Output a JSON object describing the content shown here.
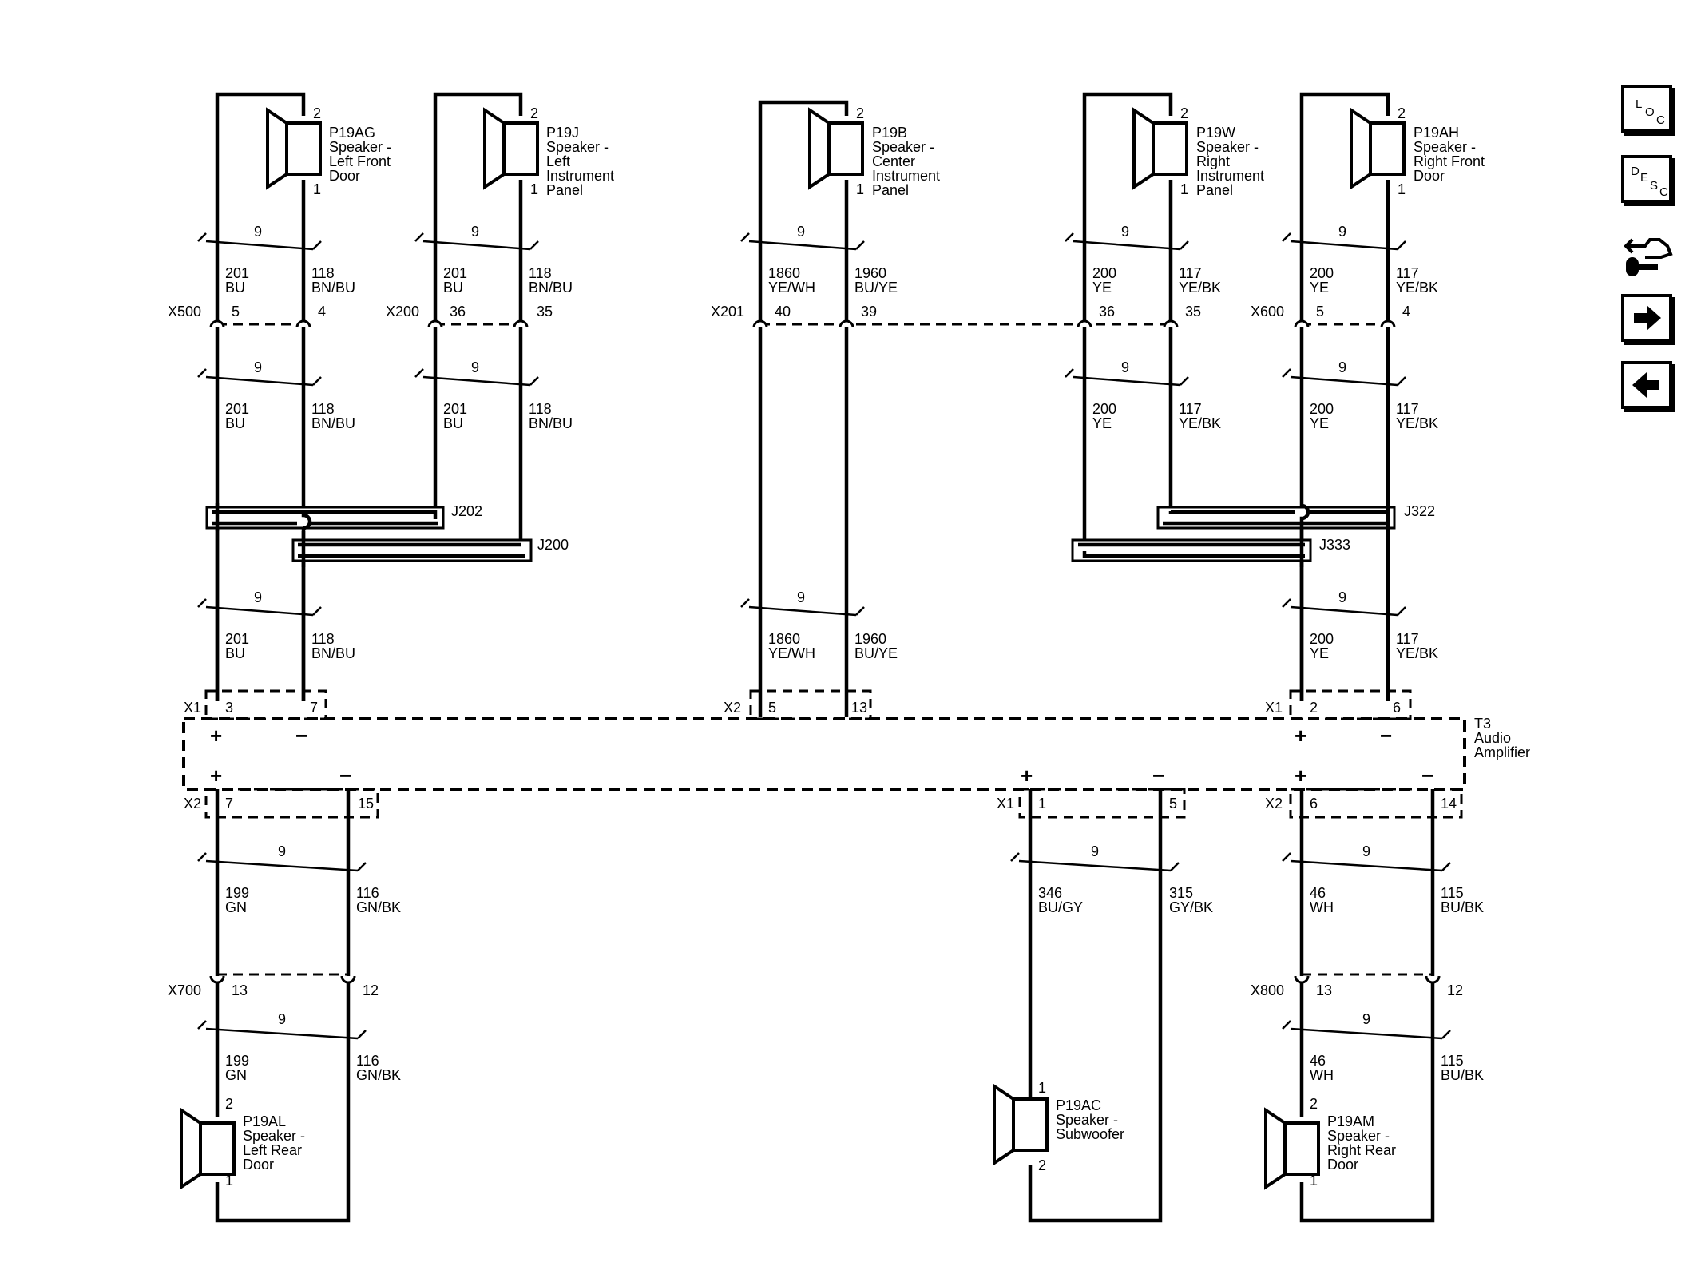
{
  "speakers": {
    "lf": {
      "id": "P19AG",
      "line1": "Speaker -",
      "line2": "Left Front",
      "line3": "Door",
      "line4": "",
      "pinTop": "2",
      "pinBot": "1"
    },
    "lip": {
      "id": "P19J",
      "line1": "Speaker -",
      "line2": "Left",
      "line3": "Instrument",
      "line4": "Panel",
      "pinTop": "2",
      "pinBot": "1"
    },
    "cip": {
      "id": "P19B",
      "line1": "Speaker -",
      "line2": "Center",
      "line3": "Instrument",
      "line4": "Panel",
      "pinTop": "2",
      "pinBot": "1"
    },
    "rip": {
      "id": "P19W",
      "line1": "Speaker -",
      "line2": "Right",
      "line3": "Instrument",
      "line4": "Panel",
      "pinTop": "2",
      "pinBot": "1"
    },
    "rf": {
      "id": "P19AH",
      "line1": "Speaker -",
      "line2": "Right Front",
      "line3": "Door",
      "line4": "",
      "pinTop": "2",
      "pinBot": "1"
    },
    "lr": {
      "id": "P19AL",
      "line1": "Speaker -",
      "line2": "Left Rear",
      "line3": "Door",
      "pinTop": "2",
      "pinBot": "1"
    },
    "sub": {
      "id": "P19AC",
      "line1": "Speaker -",
      "line2": "Subwoofer",
      "pinTop": "1",
      "pinBot": "2"
    },
    "rr": {
      "id": "P19AM",
      "line1": "Speaker -",
      "line2": "Right Rear",
      "line3": "Door",
      "pinTop": "2",
      "pinBot": "1"
    }
  },
  "twist": "9",
  "wires": {
    "lf_p": {
      "num": "201",
      "color": "BU"
    },
    "lf_n": {
      "num": "118",
      "color": "BN/BU"
    },
    "lip_p": {
      "num": "201",
      "color": "BU"
    },
    "lip_n": {
      "num": "118",
      "color": "BN/BU"
    },
    "cip_p": {
      "num": "1860",
      "color": "YE/WH"
    },
    "cip_n": {
      "num": "1960",
      "color": "BU/YE"
    },
    "rip_p": {
      "num": "200",
      "color": "YE"
    },
    "rip_n": {
      "num": "117",
      "color": "YE/BK"
    },
    "rf_p": {
      "num": "200",
      "color": "YE"
    },
    "rf_n": {
      "num": "117",
      "color": "YE/BK"
    },
    "lr_p": {
      "num": "199",
      "color": "GN"
    },
    "lr_n": {
      "num": "116",
      "color": "GN/BK"
    },
    "sub_p": {
      "num": "346",
      "color": "BU/GY"
    },
    "sub_n": {
      "num": "315",
      "color": "GY/BK"
    },
    "rr_p": {
      "num": "46",
      "color": "WH"
    },
    "rr_n": {
      "num": "115",
      "color": "BU/BK"
    }
  },
  "inline": {
    "x500": {
      "name": "X500",
      "pinA": "5",
      "pinB": "4"
    },
    "x200": {
      "name": "X200",
      "pinA": "36",
      "pinB": "35"
    },
    "x201": {
      "name": "X201",
      "pinA": "40",
      "pinB": "39",
      "pinC": "36",
      "pinD": "35"
    },
    "x600": {
      "name": "X600",
      "pinA": "5",
      "pinB": "4"
    },
    "x700": {
      "name": "X700",
      "pinA": "13",
      "pinB": "12"
    },
    "x800": {
      "name": "X800",
      "pinA": "13",
      "pinB": "12"
    }
  },
  "splices": {
    "j202": "J202",
    "j200": "J200",
    "j322": "J322",
    "j333": "J333"
  },
  "amp": {
    "id": "T3",
    "line1": "Audio",
    "line2": "Amplifier",
    "plus": "+",
    "minus": "−",
    "top": [
      {
        "conn": "X1",
        "a": "3",
        "b": "7"
      },
      {
        "conn": "X2",
        "a": "5",
        "b": "13"
      },
      {
        "conn": "X1",
        "a": "2",
        "b": "6"
      }
    ],
    "bottom": [
      {
        "conn": "X2",
        "a": "7",
        "b": "15"
      },
      {
        "conn": "X1",
        "a": "1",
        "b": "5"
      },
      {
        "conn": "X2",
        "a": "6",
        "b": "14"
      }
    ]
  },
  "nav": {
    "loc": {
      "l1": "L",
      "l2": "O",
      "l3": "C"
    },
    "desc": {
      "l1": "D",
      "l2": "E",
      "l3": "S",
      "l4": "C"
    },
    "next_icon": "arrow-right-icon",
    "prev_icon": "arrow-left-icon",
    "conn_icon": "connector-tool-icon"
  }
}
